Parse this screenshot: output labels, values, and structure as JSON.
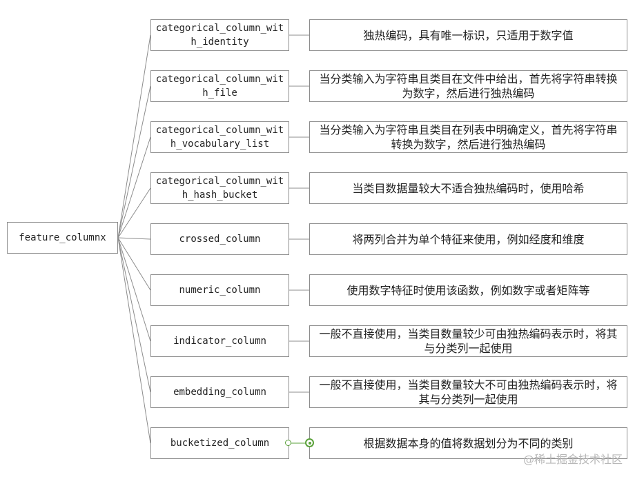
{
  "root": {
    "label": "feature_columnx"
  },
  "items": [
    {
      "name": "categorical_column_with_identity",
      "desc": "独热编码，具有唯一标识，只适用于数字值"
    },
    {
      "name": "categorical_column_with_file",
      "desc": "当分类输入为字符串且类目在文件中给出，首先将字符串转换为数字，然后进行独热编码"
    },
    {
      "name": "categorical_column_with_vocabulary_list",
      "desc": "当分类输入为字符串且类目在列表中明确定义，首先将字符串转换为数字，然后进行独热编码"
    },
    {
      "name": "categorical_column_with_hash_bucket",
      "desc": "当类目数据量较大不适合独热编码时，使用哈希"
    },
    {
      "name": "crossed_column",
      "desc": "将两列合并为单个特征来使用，例如经度和维度"
    },
    {
      "name": "numeric_column",
      "desc": "使用数字特征时使用该函数，例如数字或者矩阵等"
    },
    {
      "name": "indicator_column",
      "desc": "一般不直接使用，当类目数量较少可由独热编码表示时，将其与分类列一起使用"
    },
    {
      "name": "embedding_column",
      "desc": "一般不直接使用，当类目数量较大不可由独热编码表示时，将其与分类列一起使用"
    },
    {
      "name": "bucketized_column",
      "desc": "根据数据本身的值将数据划分为不同的类别"
    }
  ],
  "watermark": "@稀土掘金技术社区",
  "colors": {
    "border": "#8c8c8c",
    "line": "#8c8c8c",
    "selected": "#5aa13a"
  }
}
